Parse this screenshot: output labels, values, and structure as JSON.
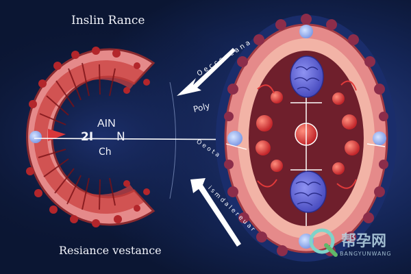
{
  "labels": {
    "title": "Inslin Rance",
    "caption": "Resiance vestance",
    "ain": "AIN",
    "two": "2I",
    "n": "N",
    "ch": "Ch",
    "poly": "Poly",
    "ob1": "O e c c s e c a n a",
    "ob2": "O e o t a",
    "ob3": "i s m d a l e r e u a r"
  },
  "watermark": {
    "text_cn": "帮孕网",
    "text_en": "BANGYUNWANG"
  },
  "colors": {
    "background": "#0d1a3a",
    "tissue_outer": "#e58a8a",
    "tissue_inner": "#f2b3a6",
    "chamber": "#6f1f2c",
    "accent_red": "#d9383a",
    "blue_lobe": "#5b5fd6",
    "line": "#ffffff"
  }
}
